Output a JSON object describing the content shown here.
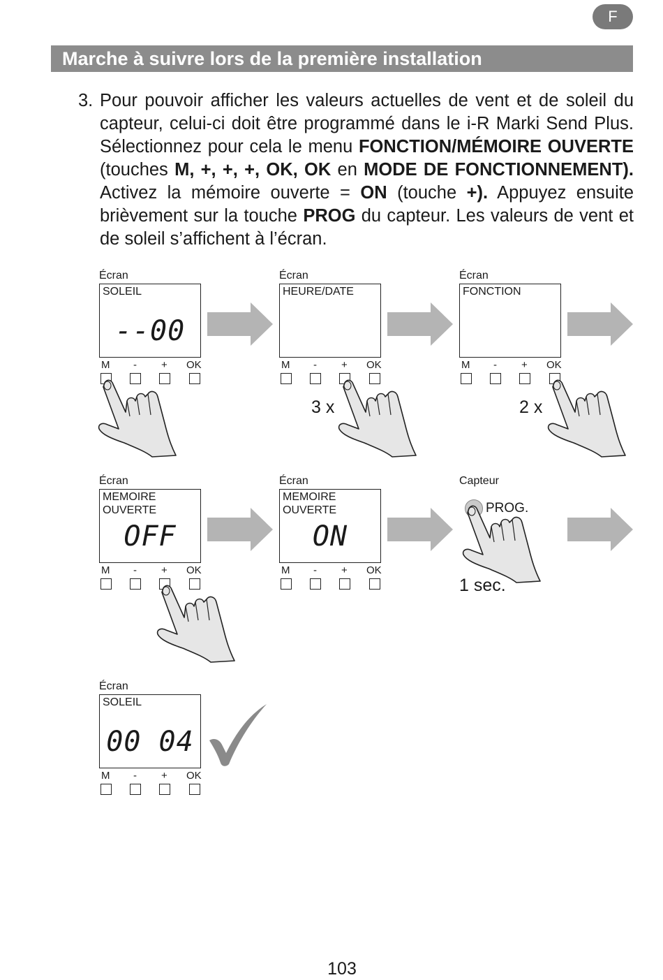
{
  "lang_tab": "F",
  "title": "Marche à suivre lors de la première installation",
  "instruction": {
    "number": "3.",
    "segments": [
      {
        "text": "Pour pouvoir afficher les valeurs actuelles de vent et de soleil du capteur, celui-ci doit être programmé dans le i-R Marki Send Plus. Sélectionnez pour cela le menu ",
        "bold": false
      },
      {
        "text": "FONCTION/MÉMOIRE OUVERTE",
        "bold": true
      },
      {
        "text": " (touches ",
        "bold": false
      },
      {
        "text": "M, +, +, +, OK, OK",
        "bold": true
      },
      {
        "text": " en ",
        "bold": false
      },
      {
        "text": "MODE DE FONC­TIONNEMENT).",
        "bold": true
      },
      {
        "text": " Activez la mémoire ouverte = ",
        "bold": false
      },
      {
        "text": "ON",
        "bold": true
      },
      {
        "text": " (touche ",
        "bold": false
      },
      {
        "text": "+).",
        "bold": true
      },
      {
        "text": " Appuyez ensuite brièvement sur la touche ",
        "bold": false
      },
      {
        "text": "PROG",
        "bold": true
      },
      {
        "text": " du capteur. Les valeurs de vent et de soleil s’affichent à l’écran.",
        "bold": false
      }
    ]
  },
  "key_labels": [
    "M",
    "-",
    "+",
    "OK"
  ],
  "steps": [
    {
      "caption": "Écran",
      "line1": "SOLEIL",
      "line2": "",
      "lcd": "--00"
    },
    {
      "caption": "Écran",
      "line1": "HEURE/DATE",
      "line2": "",
      "lcd": ""
    },
    {
      "caption": "Écran",
      "line1": "FONCTION",
      "line2": "",
      "lcd": ""
    },
    {
      "caption": "Écran",
      "line1": "MEMOIRE",
      "line2": "OUVERTE",
      "lcd": "OFF"
    },
    {
      "caption": "Écran",
      "line1": "MEMOIRE",
      "line2": "OUVERTE",
      "lcd": "ON"
    },
    {
      "caption": "Écran",
      "line1": "SOLEIL",
      "line2": "",
      "lcd": "00 04"
    }
  ],
  "press_counts": [
    "3 x",
    "2 x"
  ],
  "sensor": {
    "caption": "Capteur",
    "button_label": "PROG.",
    "duration": "1 sec."
  },
  "page_number": "103",
  "colors": {
    "title_bar": "#8c8c8c",
    "arrow": "#b4b4b4",
    "checkmark": "#8a8a8a",
    "hand_fill": "#e6e6e6"
  }
}
